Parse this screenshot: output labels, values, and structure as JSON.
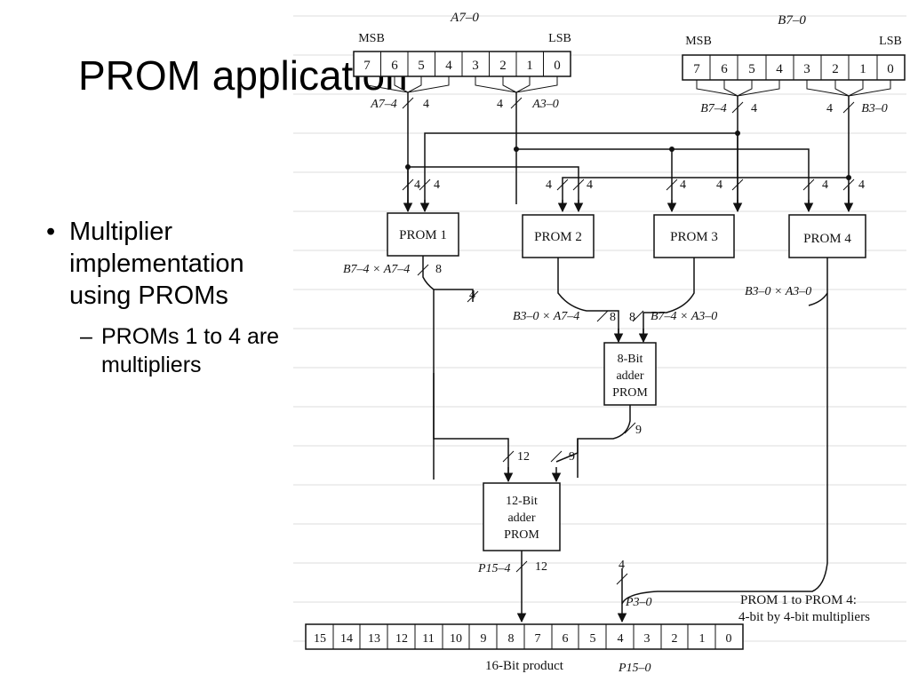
{
  "slide": {
    "title": "PROM application",
    "bullets": [
      {
        "text": "Multiplier implementation using PROMs",
        "marker": "•"
      },
      {
        "text": "PROMs 1 to 4 are multipliers",
        "marker": "–"
      }
    ]
  },
  "diagram": {
    "reg_a": {
      "label": "A7–0",
      "msb": "MSB",
      "lsb": "LSB",
      "bits": [
        "7",
        "6",
        "5",
        "4",
        "3",
        "2",
        "1",
        "0"
      ],
      "hi": "A7–4",
      "lo": "A3–0"
    },
    "reg_b": {
      "label": "B7–0",
      "msb": "MSB",
      "lsb": "LSB",
      "bits": [
        "7",
        "6",
        "5",
        "4",
        "3",
        "2",
        "1",
        "0"
      ],
      "hi": "B7–4",
      "lo": "B3–0"
    },
    "bus4": "4",
    "proms": [
      "PROM 1",
      "PROM 2",
      "PROM 3",
      "PROM 4"
    ],
    "prom1_out": "B7–4 × A7–4",
    "prom2_out": "B3–0 × A7–4",
    "prom3_out": "B7–4 × A3–0",
    "prom4_out": "B3–0 × A3–0",
    "bus8": "8",
    "bus9": "9",
    "bus12": "12",
    "adder8": [
      "8-Bit",
      "adder",
      "PROM"
    ],
    "adder12": [
      "12-Bit",
      "adder",
      "PROM"
    ],
    "p_hi": "P15–4",
    "p_lo": "P3–0",
    "product_bits": [
      "15",
      "14",
      "13",
      "12",
      "11",
      "10",
      "9",
      "8",
      "7",
      "6",
      "5",
      "4",
      "3",
      "2",
      "1",
      "0"
    ],
    "product_label": "16-Bit product",
    "product_name": "P15–0",
    "note": [
      "PROM 1 to PROM 4:",
      "4-bit by 4-bit multipliers"
    ]
  }
}
